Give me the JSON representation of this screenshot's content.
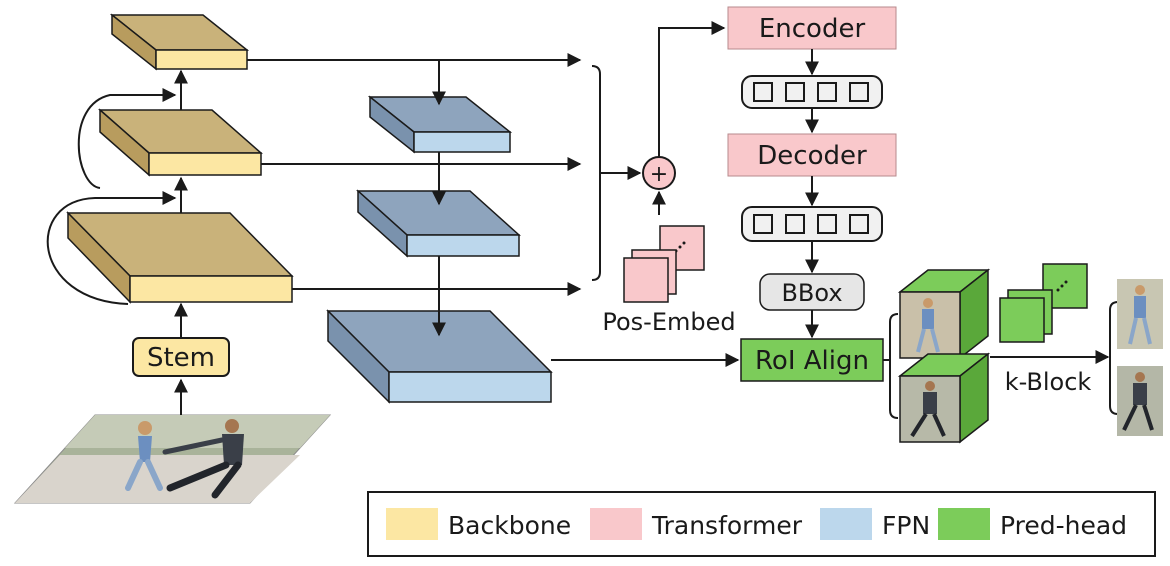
{
  "labels": {
    "stem": "Stem",
    "pos_embed": "Pos-Embed",
    "plus": "+",
    "encoder": "Encoder",
    "decoder": "Decoder",
    "bbox": "BBox",
    "roi_align": "RoI Align",
    "k_block": "k-Block"
  },
  "legend": [
    {
      "label": "Backbone",
      "color": "#fce7a3"
    },
    {
      "label": "Transformer",
      "color": "#f9c8cb"
    },
    {
      "label": "FPN",
      "color": "#bcd7ec"
    },
    {
      "label": "Pred-head",
      "color": "#7ccc5a"
    }
  ],
  "colors": {
    "backbone_top": "#c9b27a",
    "backbone_front": "#fce7a3",
    "fpn_top": "#8ea4bd",
    "fpn_front": "#bcd7ec",
    "transformer": "#f9c8cb",
    "pred_head": "#7ccc5a",
    "pred_head_dark": "#5aa83a",
    "token_bg": "#f1f1f1",
    "bbox_bg": "#e6e6e6",
    "line": "#1a1a1a"
  },
  "icons": {
    "input_image": "input-photo-icon",
    "pos_embed_stack": "stacked-squares-icon",
    "token_squares": "square-token-icon",
    "crop_cubes": "person-crop-cube-icon",
    "k_block_stack": "stacked-green-squares-icon",
    "output_crops": "person-crop-icon"
  }
}
